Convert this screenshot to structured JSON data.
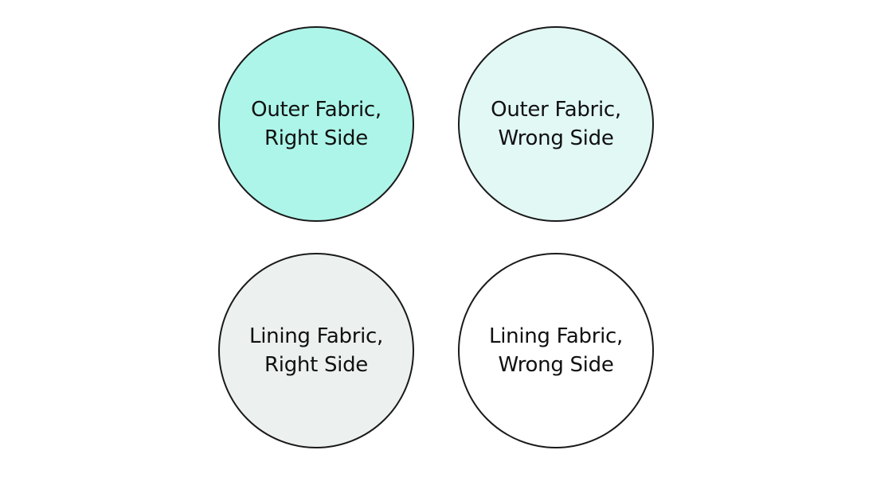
{
  "swatches": [
    {
      "line1": "Outer Fabric,",
      "line2": "Right Side",
      "fill": "#adf5e9"
    },
    {
      "line1": "Outer Fabric,",
      "line2": "Wrong Side",
      "fill": "#e1f8f4"
    },
    {
      "line1": "Lining Fabric,",
      "line2": "Right Side",
      "fill": "#ecf0ef"
    },
    {
      "line1": "Lining Fabric,",
      "line2": "Wrong Side",
      "fill": "#ffffff"
    }
  ]
}
